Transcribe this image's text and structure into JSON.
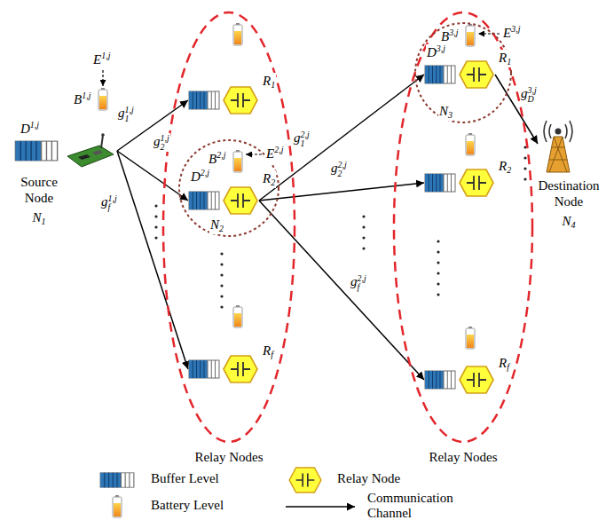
{
  "diagram": {
    "nodes": [
      {
        "text": [
          "Source Node",
          "N1"
        ]
      },
      {
        "text": [
          "Relay Nodes"
        ]
      },
      {
        "text": [
          "R1"
        ],
        "in": 1
      },
      {
        "text": [
          "N2"
        ],
        "in": 1
      },
      {
        "text": [
          "R2"
        ],
        "in": 3
      },
      {
        "text": [
          "Rf"
        ],
        "in": 1
      },
      {
        "text": [
          "Relay Nodes"
        ]
      },
      {
        "text": [
          "N3"
        ],
        "in": 6
      },
      {
        "text": [
          "R1"
        ],
        "in": 7
      },
      {
        "text": [
          "R2"
        ],
        "in": 6
      },
      {
        "text": [
          "Rf"
        ],
        "in": 6
      },
      {
        "text": [
          "Destination Node",
          "N4"
        ]
      }
    ],
    "edges": [
      {
        "from": 0,
        "to": 2,
        "label": "g11,j",
        "arrow": "to"
      },
      {
        "from": 0,
        "to": 4,
        "label": "g21,j",
        "arrow": "to"
      },
      {
        "from": 0,
        "to": 5,
        "label": "gf1,j",
        "arrow": "to"
      },
      {
        "from": 4,
        "to": 8,
        "label": "g12,j",
        "arrow": "to"
      },
      {
        "from": 4,
        "to": 9,
        "label": "g22,j",
        "arrow": "to"
      },
      {
        "from": 4,
        "to": 10,
        "label": "gf2,j",
        "arrow": "to"
      },
      {
        "from": 8,
        "to": 11,
        "label": "gD3,j",
        "arrow": "to"
      }
    ],
    "labels": [
      "D1,j",
      "E1,j",
      "B1,j",
      "B2,j",
      "E2,j",
      "D2,j",
      "B3,j",
      "E3,j",
      "D3,j"
    ],
    "legend": [
      {
        "text": "Buffer Level"
      },
      {
        "text": "Relay Node"
      },
      {
        "text": "Battery Level"
      },
      {
        "text": "Communication Channel"
      }
    ]
  }
}
